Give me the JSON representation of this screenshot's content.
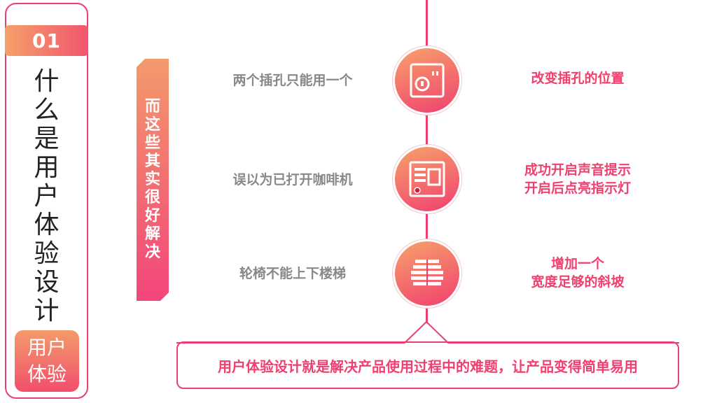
{
  "section": {
    "number": "01",
    "title_chars": [
      "什",
      "么",
      "是",
      "用",
      "户",
      "体",
      "验",
      "设",
      "计"
    ],
    "badge_line1": "用户",
    "badge_line2": "体验"
  },
  "ribbon": {
    "chars": [
      "而",
      "这",
      "些",
      "其",
      "实",
      "很",
      "好",
      "解",
      "决"
    ]
  },
  "rows": [
    {
      "problem": "两个插孔只能用一个",
      "icon": "socket-icon",
      "solution_lines": [
        "改变插孔的位置"
      ]
    },
    {
      "problem": "误以为已打开咖啡机",
      "icon": "coffee-machine-icon",
      "solution_lines": [
        "成功开启声音提示",
        "开启后点亮指示灯"
      ]
    },
    {
      "problem": "轮椅不能上下楼梯",
      "icon": "stairs-icon",
      "solution_lines": [
        "增加一个",
        "宽度足够的斜坡"
      ]
    }
  ],
  "summary": "用户体验设计就是解决产品使用过程中的难题，让产品变得简单易用",
  "colors": {
    "accent": "#ea3f70",
    "gradient_start": "#f4a06a",
    "gradient_end": "#f2566f",
    "problem_text": "#888888"
  }
}
